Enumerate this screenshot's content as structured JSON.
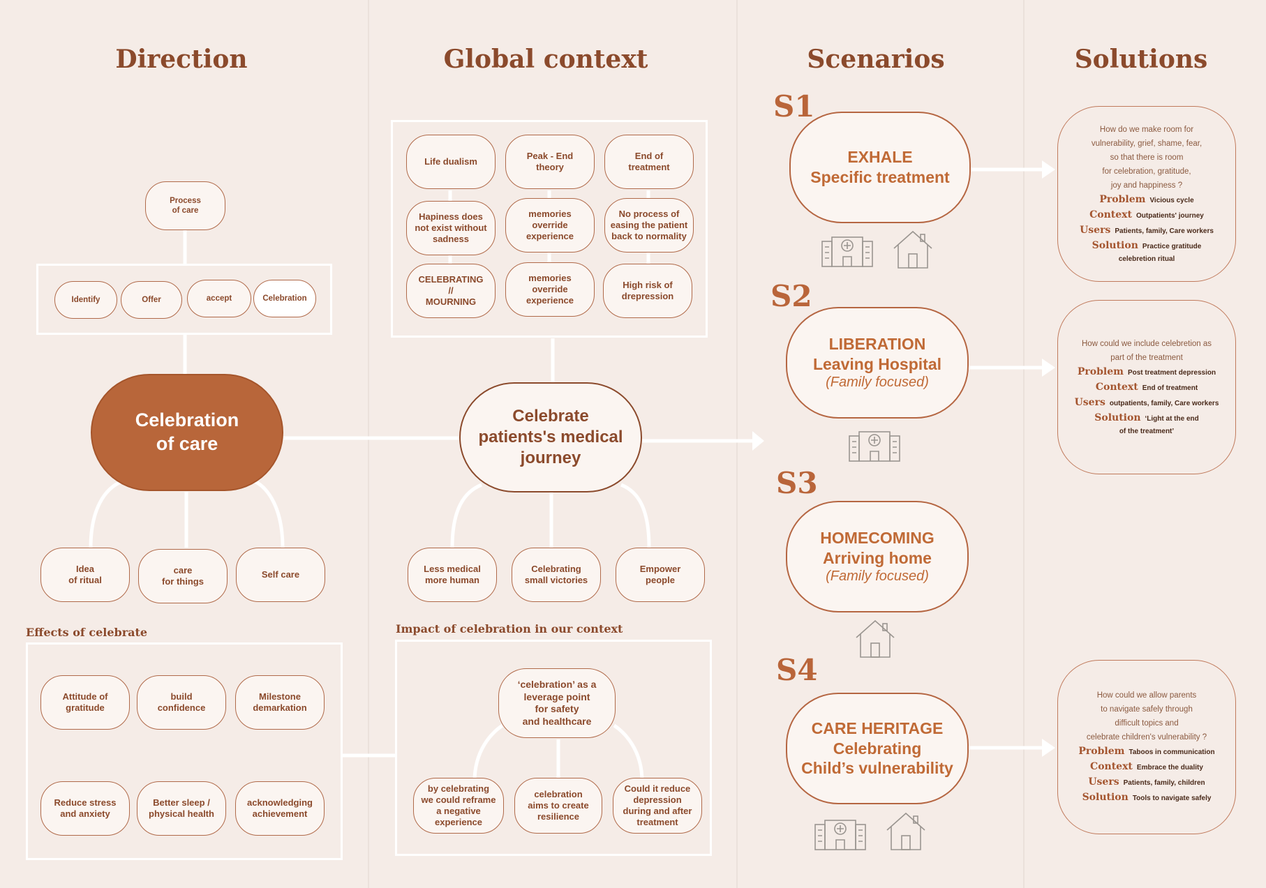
{
  "headers": {
    "direction": "Direction",
    "global_context": "Global context",
    "scenarios": "Scenarios",
    "solutions": "Solutions"
  },
  "direction": {
    "process_of_care": "Process\nof care",
    "steps": [
      "Identify",
      "Offer",
      "accept",
      "Celebration"
    ],
    "central": "Celebration\nof care",
    "children": [
      "Idea\nof ritual",
      "care\nfor things",
      "Self care"
    ],
    "effects_title": "Effects of celebrate",
    "effects": [
      "Attitude of\ngratitude",
      "build\nconfidence",
      "Milestone\ndemarkation",
      "Reduce stress\nand anxiety",
      "Better sleep /\nphysical health",
      "acknowledging\nachievement"
    ]
  },
  "global": {
    "grid": [
      "Life dualism",
      "Peak - End\ntheory",
      "End of\ntreatment",
      "Hapiness does\nnot exist without\nsadness",
      "memories\noverride\nexperience",
      "No process of\neasing the patient\nback to normality",
      "CELEBRATING\n//\nMOURNING",
      "memories\noverride\nexperience",
      "High risk of\ndrepression"
    ],
    "central": "Celebrate\npatients's medical\njourney",
    "children": [
      "Less medical\nmore human",
      "Celebrating\nsmall victories",
      "Empower\npeople"
    ],
    "impact_title": "Impact of celebration in our context",
    "impact_center": "‘celebration’ as a\nleverage point\nfor safety\nand healthcare",
    "impact_children": [
      "by celebrating\nwe could reframe\na negative\nexperience",
      "celebration\naims to create\nresilience",
      "Could it reduce\ndepression\nduring and after\ntreatment"
    ]
  },
  "scenarios": [
    {
      "num": "S1",
      "line1": "EXHALE",
      "line2": "Specific treatment",
      "line3": ""
    },
    {
      "num": "S2",
      "line1": "LIBERATION",
      "line2": "Leaving Hospital",
      "line3": "(Family focused)"
    },
    {
      "num": "S3",
      "line1": "HOMECOMING",
      "line2": "Arriving home",
      "line3": "(Family focused)"
    },
    {
      "num": "S4",
      "line1": "CARE HERITAGE",
      "line2": "Celebrating",
      "line3": "Child’s vulnerability"
    }
  ],
  "solutions": [
    {
      "question": "How do we make room for\nvulnerability, grief, shame, fear,\nso that there is room\nfor celebration, gratitude,\njoy and happiness ?",
      "problem": "Vicious cycle",
      "context": "Outpatients' journey",
      "users": "Patients, family, Care workers",
      "solution": "Practice gratitude",
      "solution2": "celebretion ritual"
    },
    {
      "question": "How could we include celebretion as\npart of the treatment",
      "problem": "Post treatment depression",
      "context": "End of treatment",
      "users": "outpatients, family, Care workers",
      "solution": "‘Light at the end",
      "solution2": "of the treatment’"
    },
    {
      "question": "How could we allow parents\nto navigate safely through\ndifficult topics and\ncelebrate children's vulnerability ?",
      "problem": "Taboos in communication",
      "context": "Embrace the duality",
      "users": "Patients, family, children",
      "solution": "Tools to navigate safely",
      "solution2": ""
    }
  ],
  "labels": {
    "problem": "Problem",
    "context": "Context",
    "users": "Users",
    "solution": "Solution"
  },
  "colors": {
    "background": "#f5ece7",
    "accent": "#b5612f",
    "text": "#8b4a2c",
    "frame": "#ffffff"
  },
  "icons": [
    "hospital-icon",
    "house-icon"
  ]
}
